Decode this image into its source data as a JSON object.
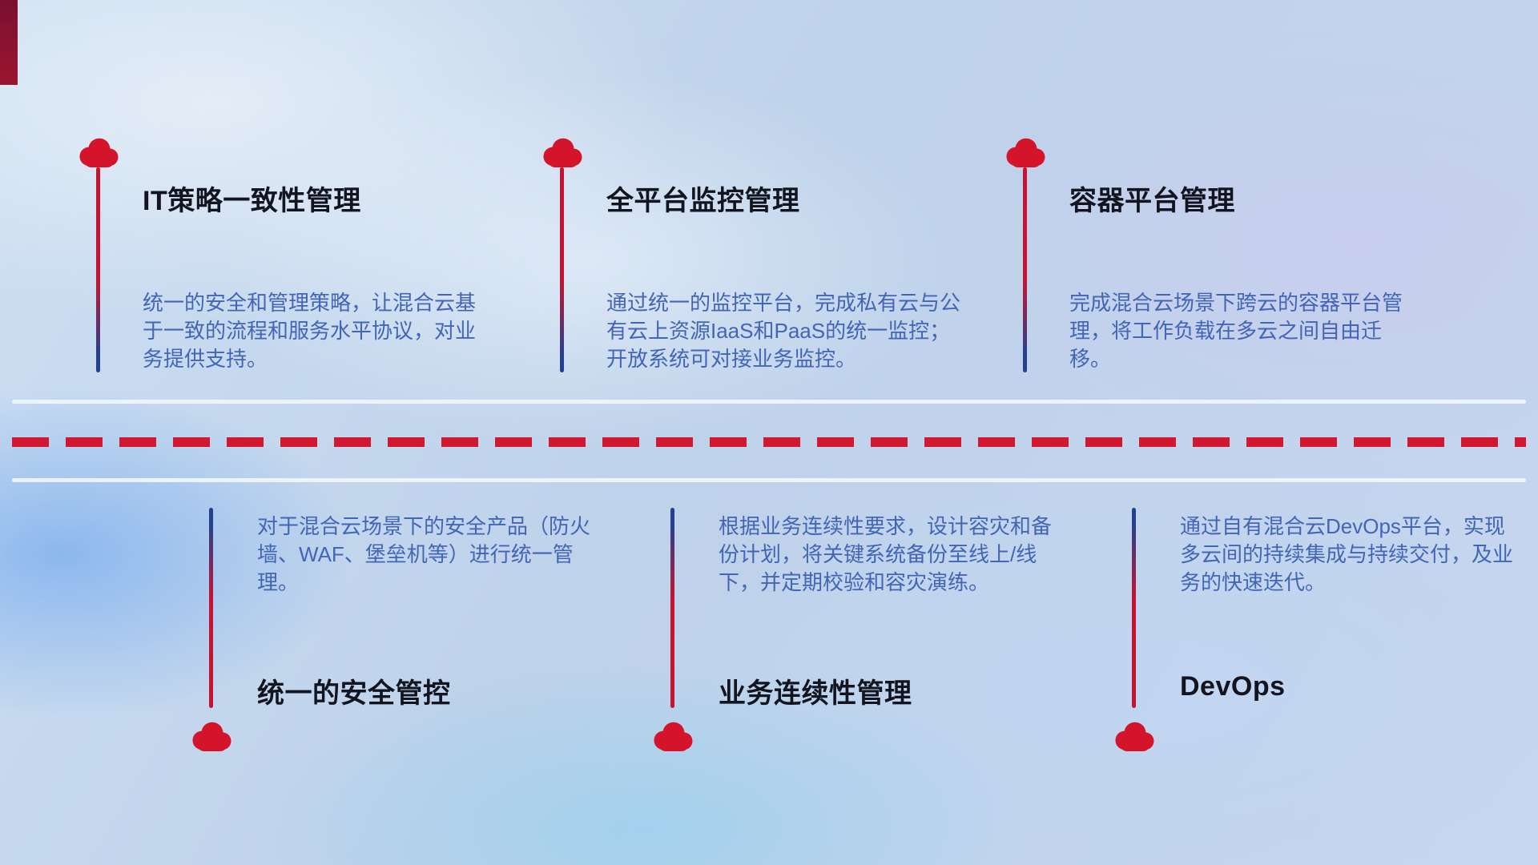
{
  "colors": {
    "cloud_red": "#d4142a",
    "line_red": "#c41431",
    "line_blue": "#23418f",
    "dash_red": "#d21730",
    "title": "#121420",
    "description": "#4365b6",
    "divider_white": "#eef4fb",
    "corner_dark": "#7a1030"
  },
  "top_row": {
    "items": [
      {
        "title": "IT策略一致性管理",
        "description": "统一的安全和管理策略，让混合云基于一致的流程和服务水平协议，对业务提供支持。"
      },
      {
        "title": "全平台监控管理",
        "description": "通过统一的监控平台，完成私有云与公有云上资源IaaS和PaaS的统一监控；开放系统可对接业务监控。"
      },
      {
        "title": "容器平台管理",
        "description": "完成混合云场景下跨云的容器平台管理，将工作负载在多云之间自由迁移。"
      }
    ]
  },
  "bottom_row": {
    "items": [
      {
        "title": "统一的安全管控",
        "description": "对于混合云场景下的安全产品（防火墙、WAF、堡垒机等）进行统一管理。"
      },
      {
        "title": "业务连续性管理",
        "description": "根据业务连续性要求，设计容灾和备份计划，将关键系统备份至线上/线下，并定期校验和容灾演练。"
      },
      {
        "title": "DevOps",
        "description": "通过自有混合云DevOps平台，实现多云间的持续集成与持续交付，及业务的快速迭代。"
      }
    ]
  }
}
